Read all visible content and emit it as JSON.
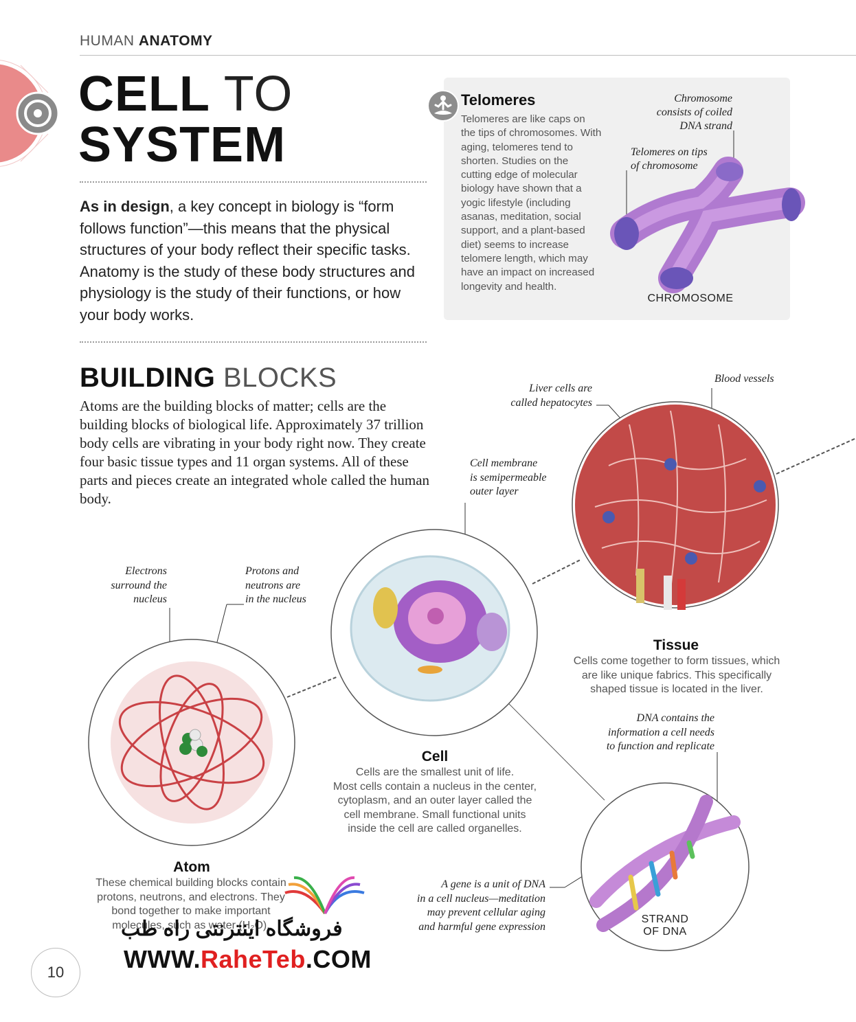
{
  "header": {
    "section_light": "HUMAN",
    "section_bold": "ANATOMY"
  },
  "title": {
    "line1_bold": "CELL",
    "line1_light": "TO",
    "line2_bold": "SYSTEM"
  },
  "intro": {
    "lead_bold": "As in design",
    "text": ", a key concept in biology is “form follows function”—this means that the physical structures of your body reflect their specific tasks. Anatomy is the study of these body structures and physiology is the study of their functions, or how your body works."
  },
  "telomeres": {
    "title": "Telomeres",
    "text": "Telomeres are like caps on the tips of chromosomes. With aging, telomeres tend to shorten. Studies on the cutting edge of molecular biology have shown that a yogic lifestyle (including asanas, meditation, social support, and a plant-based diet) seems to increase telomere length, which may have an impact on increased longevity and health.",
    "note_coiled": [
      "Chromosome",
      "consists of coiled",
      "DNA strand"
    ],
    "note_tips": [
      "Telomeres on tips",
      "of chromosome"
    ],
    "chromosome_label": "CHROMOSOME"
  },
  "building_blocks": {
    "title_bold": "BUILDING",
    "title_light": "BLOCKS",
    "text": "Atoms are the building blocks of matter; cells are the building blocks of biological life. Approximately 37 trillion body cells are vibrating in your body right now. They create four basic tissue types and 11 organ systems. All of these parts and pieces create an integrated whole called the human body."
  },
  "notes": {
    "liver": [
      "Liver cells are",
      "called hepatocytes"
    ],
    "blood": [
      "Blood vessels"
    ],
    "membrane": [
      "Cell membrane",
      "is semipermeable",
      "outer layer"
    ],
    "electrons": [
      "Electrons",
      "surround the",
      "nucleus"
    ],
    "protons": [
      "Protons and",
      "neutrons are",
      "in the nucleus"
    ],
    "dna_info": [
      "DNA contains the",
      "information a cell needs",
      "to function and replicate"
    ],
    "gene": [
      "A gene is a unit of DNA",
      "in a cell nucleus—meditation",
      "may prevent cellular aging",
      "and harmful gene expression"
    ]
  },
  "tissue": {
    "title": "Tissue",
    "text": [
      "Cells come together to form tissues, which",
      "are like unique fabrics. This specifically",
      "shaped tissue is located in the liver."
    ]
  },
  "cell": {
    "title": "Cell",
    "text": [
      "Cells are the smallest unit of life.",
      "Most cells contain a nucleus in the center,",
      "cytoplasm, and an outer layer called the",
      "cell membrane. Small functional units",
      "inside the cell are called organelles."
    ]
  },
  "atom": {
    "title": "Atom",
    "text": [
      "These chemical building blocks contain",
      "protons, neutrons, and electrons. They",
      "bond together to make important",
      "molecules, such as water (H₂O)."
    ]
  },
  "dna": {
    "label": [
      "STRAND",
      "OF DNA"
    ]
  },
  "page_number": "10",
  "watermark": {
    "persian": "فروشگاه اینترنتی راه طب",
    "url_pre": "WWW.",
    "url_red": "RaheTeb",
    "url_post": ".COM"
  },
  "colors": {
    "accent_coral": "#e9797b",
    "box_bg": "#f0f0f0",
    "watermark_red": "#e02020"
  },
  "icons": [
    "target-icon",
    "meditation-icon"
  ]
}
